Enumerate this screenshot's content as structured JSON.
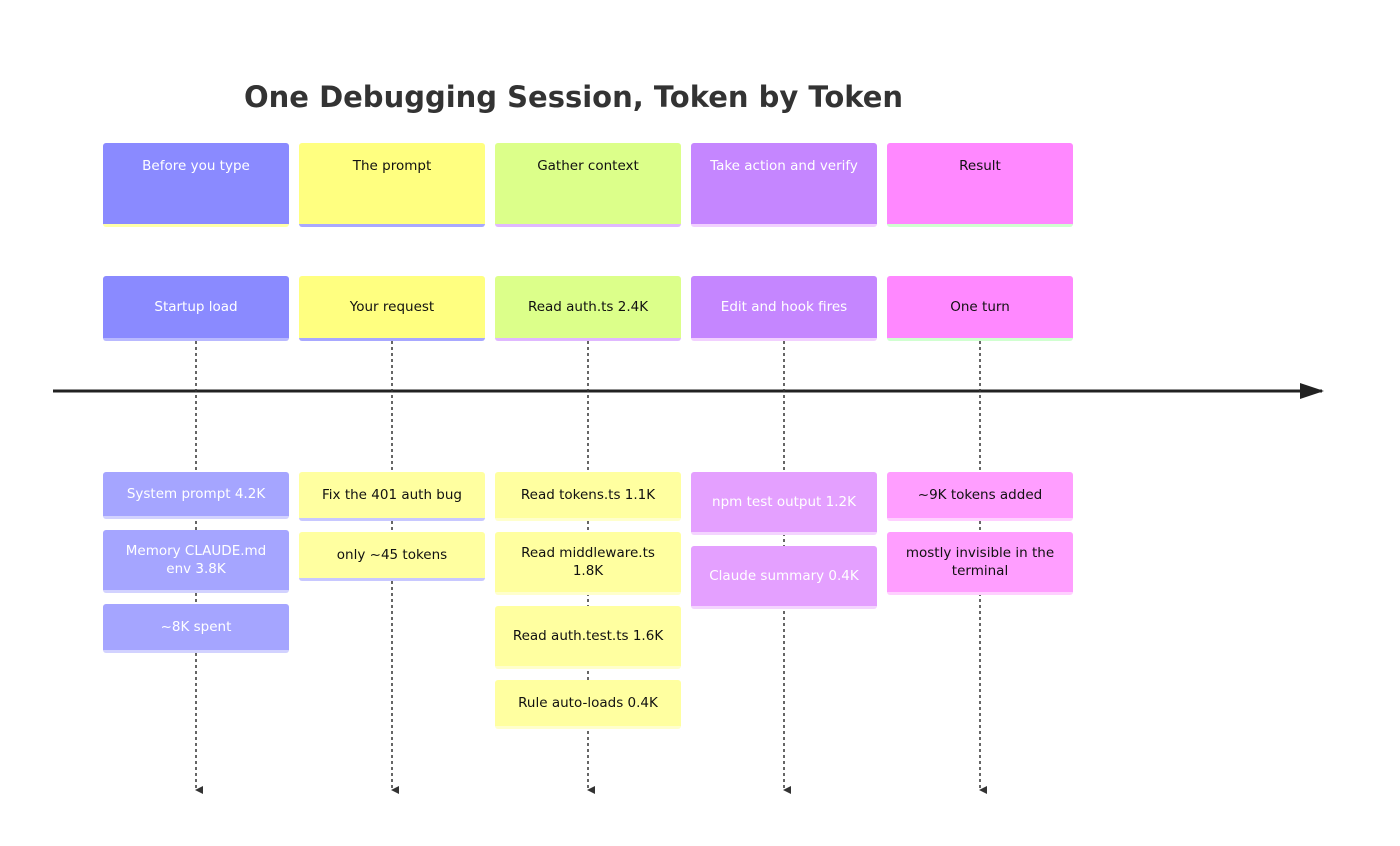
{
  "title": "One Debugging Session, Token by Token",
  "colors": {
    "axis": "#222222",
    "dashed": "#333333",
    "title_text": "#333333"
  },
  "sections": [
    {
      "header": "Before you type",
      "event": "Startup load",
      "details": [
        "System prompt 4.2K",
        "Memory CLAUDE.md env 3.8K",
        "~8K spent"
      ],
      "colors": {
        "header_bg": "#8a8aff",
        "header_text": "#ffffff",
        "header_border": "#ffffa8",
        "event_bg": "#8a8aff",
        "event_text": "#ffffff",
        "event_border": "#b9b9ff",
        "detail_bg": "#a5a5ff",
        "detail_text": "#ffffff",
        "detail_border": "#d2d2ff"
      }
    },
    {
      "header": "The prompt",
      "event": "Your request",
      "details": [
        "Fix the 401 auth bug",
        "only ~45 tokens"
      ],
      "colors": {
        "header_bg": "#ffff80",
        "header_text": "#111111",
        "header_border": "#a8a8ff",
        "event_bg": "#ffff80",
        "event_text": "#111111",
        "event_border": "#a8a8ff",
        "detail_bg": "#ffffa0",
        "detail_text": "#111111",
        "detail_border": "#c8c8ff"
      }
    },
    {
      "header": "Gather context",
      "event": "Read auth.ts 2.4K",
      "details": [
        "Read tokens.ts 1.1K",
        "Read middleware.ts 1.8K",
        "Read auth.test.ts 1.6K",
        "Rule auto-loads 0.4K"
      ],
      "colors": {
        "header_bg": "#dcff8a",
        "header_text": "#111111",
        "header_border": "#e0b8ff",
        "event_bg": "#dcff8a",
        "event_text": "#111111",
        "event_border": "#e0b8ff",
        "detail_bg": "#ffffa0",
        "detail_text": "#111111",
        "detail_border": "#ffffcc"
      }
    },
    {
      "header": "Take action and verify",
      "event": "Edit and hook fires",
      "details": [
        "npm test output 1.2K",
        "Claude summary 0.4K"
      ],
      "colors": {
        "header_bg": "#c586ff",
        "header_text": "#ffffff",
        "header_border": "#f2d0ff",
        "event_bg": "#c586ff",
        "event_text": "#ffffff",
        "event_border": "#f2d0ff",
        "detail_bg": "#e4a0ff",
        "detail_text": "#ffffff",
        "detail_border": "#f4d4ff"
      }
    },
    {
      "header": "Result",
      "event": "One turn",
      "details": [
        "~9K tokens added",
        "mostly invisible in the terminal"
      ],
      "colors": {
        "header_bg": "#ff88ff",
        "header_text": "#111111",
        "header_border": "#d0ffd0",
        "event_bg": "#ff88ff",
        "event_text": "#111111",
        "event_border": "#d0ffd0",
        "detail_bg": "#ff9eff",
        "detail_text": "#111111",
        "detail_border": "#ffd0ff"
      }
    }
  ]
}
